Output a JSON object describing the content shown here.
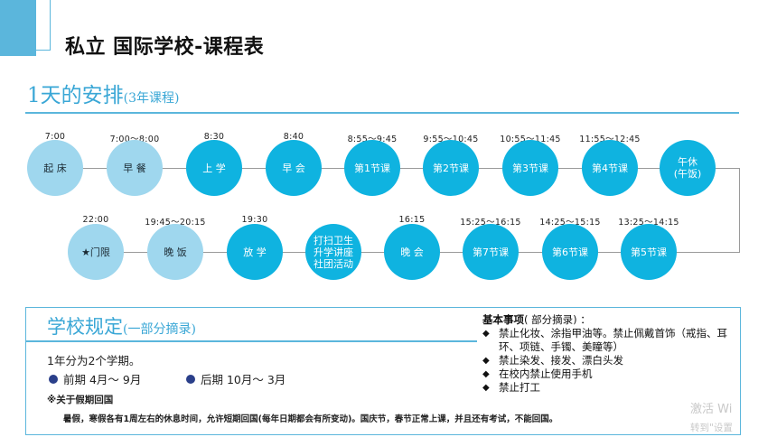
{
  "header": {
    "title": "私立 国际学校-课程表"
  },
  "schedule": {
    "title": "1天的安排",
    "subtitle": "(3年课程)",
    "row1": [
      {
        "time": "7:00",
        "label": "起 床",
        "style": "light"
      },
      {
        "time": "7:00～8:00",
        "label": "早 餐",
        "style": "light"
      },
      {
        "time": "8:30",
        "label": "上 学",
        "style": "dark"
      },
      {
        "time": "8:40",
        "label": "早 会",
        "style": "dark"
      },
      {
        "time": "8:55～9:45",
        "label": "第1节课",
        "style": "dark"
      },
      {
        "time": "9:55～10:45",
        "label": "第2节课",
        "style": "dark"
      },
      {
        "time": "10:55～11:45",
        "label": "第3节课",
        "style": "dark"
      },
      {
        "time": "11:55～12:45",
        "label": "第4节课",
        "style": "dark"
      },
      {
        "time": "",
        "label": "午休\n(午饭)",
        "style": "dark"
      }
    ],
    "row2": [
      {
        "time": "22:00",
        "label": "★门限",
        "style": "light"
      },
      {
        "time": "19:45～20:15",
        "label": "晚 饭",
        "style": "light"
      },
      {
        "time": "19:30",
        "label": "放 学",
        "style": "dark"
      },
      {
        "time": "",
        "label": "打扫卫生\n升学讲座\n社团活动",
        "style": "dark"
      },
      {
        "time": "16:15",
        "label": "晚 会",
        "style": "dark"
      },
      {
        "time": "15:25～16:15",
        "label": "第7节课",
        "style": "dark"
      },
      {
        "time": "14:25～15:15",
        "label": "第6节课",
        "style": "dark"
      },
      {
        "time": "13:25～14:15",
        "label": "第5节课",
        "style": "dark"
      }
    ]
  },
  "rules": {
    "title": "学校规定",
    "subtitle": "(一部分摘录)",
    "semester": "1年分为2个学期。",
    "period1": "前期  4月～ 9月",
    "period2": "后期  10月～ 3月",
    "note_title": "※关于假期回国",
    "note_text": "暑假，寒假各有1周左右的休息时间，允许短期回国(每年日期都会有所变动)。国庆节，春节正常上课，并且还有考试，不能回国。"
  },
  "basics": {
    "head_bold": "基本事项",
    "head_rest": "( 部分摘录) ：",
    "items": [
      "禁止化妆、涂指甲油等。禁止佩戴首饰（戒指、耳环、项链、手镯、美瞳等）",
      "禁止染发、接发、漂白头发",
      "在校内禁止使用手机",
      "禁止打工"
    ],
    "marker": "◆"
  },
  "watermark": {
    "line1": "激活 Wi",
    "line2": "转到\"设置"
  },
  "colors": {
    "accent": "#5bb6dc",
    "node_dark": "#0fb3e0",
    "node_light": "#9fd7ee",
    "bullet": "#2a3f8a"
  }
}
